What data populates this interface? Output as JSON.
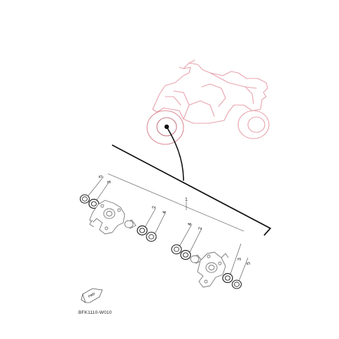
{
  "diagram": {
    "drawing_code": "BFK1110-W010",
    "direction_badge": "FWD",
    "callouts": {
      "main_assembly": "1",
      "left_top_5": "5",
      "left_top_3": "3",
      "left_mid_2": "2",
      "left_mid_4": "4",
      "right_mid_4": "4",
      "right_mid_2": "2",
      "right_bot_3": "3",
      "right_bot_5": "5"
    }
  }
}
